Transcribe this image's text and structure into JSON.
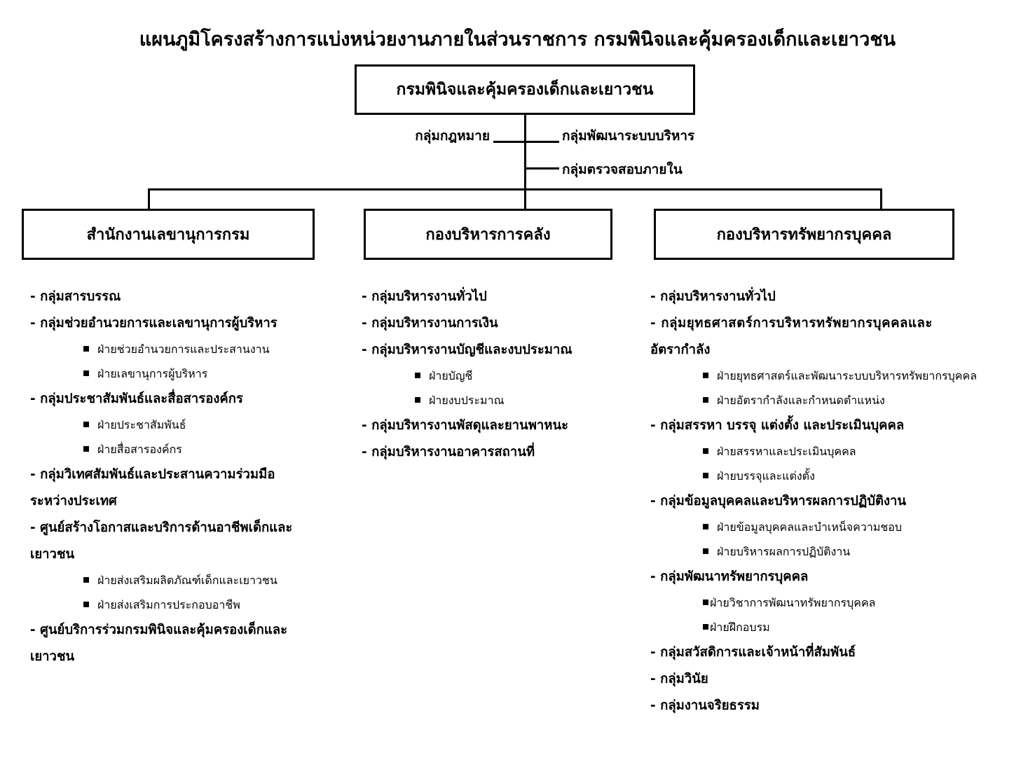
{
  "title": "แผนภูมิโครงสร้างการแบ่งหน่วยงานภายในส่วนราชการ กรมพินิจและคุ้มครองเด็กและเยาวชน",
  "root": "กรมพินิจและคุ้มครองเด็กและเยาวชน",
  "staff_units": {
    "left": "กลุ่มกฎหมาย",
    "right_1": "กลุ่มพัฒนาระบบบริหาร",
    "right_2": "กลุ่มตรวจสอบภายใน"
  },
  "divisions": [
    {
      "name": "สำนักงานเลขานุการกรม",
      "groups": [
        {
          "line1": "- กลุ่มสารบรรณ",
          "line2": "",
          "subunits": []
        },
        {
          "line1": "- กลุ่มช่วยอำนวยการและเลขานุการผู้บริหาร",
          "line2": "",
          "subunits": [
            "ฝ่ายช่วยอำนวยการและประสานงาน",
            "ฝ่ายเลขานุการผู้บริหาร"
          ]
        },
        {
          "line1": "- กลุ่มประชาสัมพันธ์และสื่อสารองค์กร",
          "line2": "",
          "subunits": [
            "ฝ่ายประชาสัมพันธ์",
            "ฝ่ายสื่อสารองค์กร"
          ]
        },
        {
          "line1": "- กลุ่มวิเทศสัมพันธ์และประสานความร่วมมือ",
          "line2": "ระหว่างประเทศ",
          "subunits": []
        },
        {
          "line1": "- ศูนย์สร้างโอกาสและบริการด้านอาชีพเด็กและ",
          "line2": "เยาวชน",
          "subunits": [
            "ฝ่ายส่งเสริมผลิตภัณฑ์เด็กและเยาวชน",
            "ฝ่ายส่งเสริมการประกอบอาชีพ"
          ]
        },
        {
          "line1": "- ศูนย์บริการร่วมกรมพินิจและคุ้มครองเด็กและ",
          "line2": "เยาวชน",
          "subunits": []
        }
      ]
    },
    {
      "name": "กองบริหารการคลัง",
      "groups": [
        {
          "line1": "- กลุ่มบริหารงานทั่วไป",
          "line2": "",
          "subunits": []
        },
        {
          "line1": "- กลุ่มบริหารงานการเงิน",
          "line2": "",
          "subunits": []
        },
        {
          "line1": "- กลุ่มบริหารงานบัญชีและงบประมาณ",
          "line2": "",
          "subunits": [
            "ฝ่ายบัญชี",
            "ฝ่ายงบประมาณ"
          ]
        },
        {
          "line1": "- กลุ่มบริหารงานพัสดุและยานพาหนะ",
          "line2": "",
          "subunits": []
        },
        {
          "line1": "- กลุ่มบริหารงานอาคารสถานที่",
          "line2": "",
          "subunits": []
        }
      ]
    },
    {
      "name": "กองบริหารทรัพยากรบุคคล",
      "groups": [
        {
          "line1": "- กลุ่มบริหารงานทั่วไป",
          "line2": "",
          "subunits": []
        },
        {
          "line1": "- กลุ่มยุทธศาสตร์การบริหารทรัพยากรบุคคลและ",
          "line2": "อัตรากำลัง",
          "subunits": [
            "ฝ่ายยุทธศาสตร์และพัฒนาระบบบริหารทรัพยากรบุคคล",
            "ฝ่ายอัตรากำลังและกำหนดตำแหน่ง"
          ]
        },
        {
          "line1": "- กลุ่มสรรหา บรรจุ แต่งตั้ง และประเมินบุคคล",
          "line2": "",
          "subunits": [
            "ฝ่ายสรรหาและประเมินบุคคล",
            "ฝ่ายบรรจุและแต่งตั้ง"
          ]
        },
        {
          "line1": "- กลุ่มข้อมูลบุคคลและบริหารผลการปฏิบัติงาน",
          "line2": "",
          "subunits": [
            "ฝ่ายข้อมูลบุคคลและบำเหน็จความชอบ",
            "ฝ่ายบริหารผลการปฏิบัติงาน"
          ]
        },
        {
          "line1": "- กลุ่มพัฒนาทรัพยากรบุคคล",
          "line2": "",
          "subunits": [
            "ฝ่ายวิชาการพัฒนาทรัพยากรบุคคล",
            "ฝ่ายฝึกอบรม"
          ]
        },
        {
          "line1": "- กลุ่มสวัสดิการและเจ้าหน้าที่สัมพันธ์",
          "line2": "",
          "subunits": []
        },
        {
          "line1": "- กลุ่มวินัย",
          "line2": "",
          "subunits": []
        },
        {
          "line1": "- กลุ่มงานจริยธรรม",
          "line2": "",
          "subunits": []
        }
      ]
    }
  ]
}
